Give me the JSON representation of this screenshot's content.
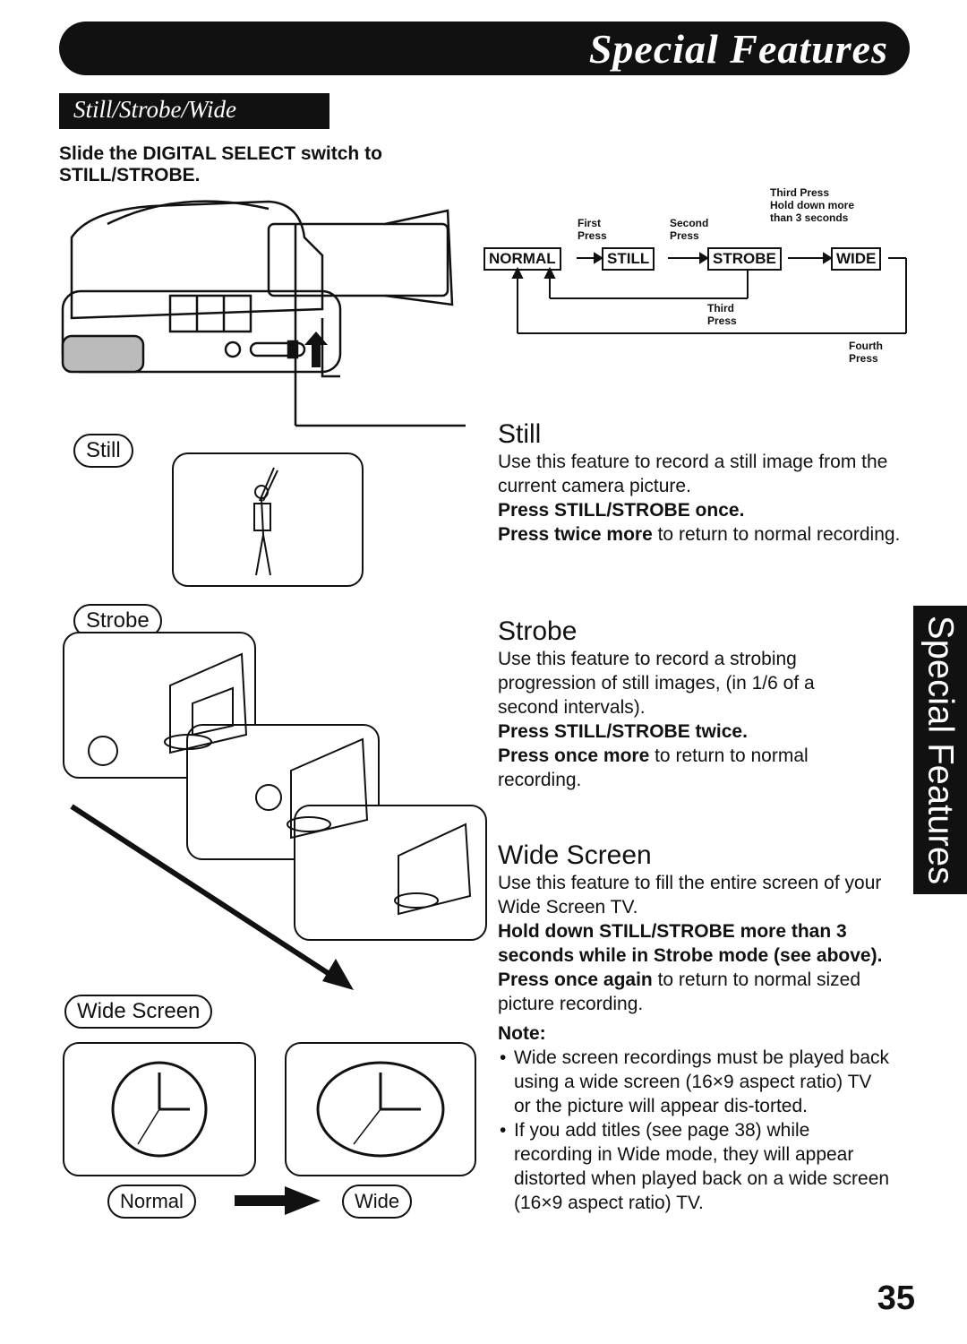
{
  "header": {
    "title": "Special Features"
  },
  "subheader": {
    "title": "Still/Strobe/Wide"
  },
  "intro": {
    "text": "Slide the DIGITAL SELECT switch to STILL/STROBE."
  },
  "side_tab": {
    "label": "Special Features"
  },
  "mode_diagram": {
    "third_press_hold": [
      "Third Press",
      "Hold down more",
      "than 3 seconds"
    ],
    "first_press": [
      "First",
      "Press"
    ],
    "second_press": [
      "Second",
      "Press"
    ],
    "third_press": [
      "Third",
      "Press"
    ],
    "fourth_press": [
      "Fourth",
      "Press"
    ],
    "modes": [
      "NORMAL",
      "STILL",
      "STROBE",
      "WIDE"
    ]
  },
  "labels": {
    "still": "Still",
    "strobe": "Strobe",
    "wide_screen": "Wide Screen",
    "normal": "Normal",
    "wide": "Wide"
  },
  "still": {
    "title": "Still",
    "body": "Use this feature to record a still image from the current camera picture.",
    "instruction": "Press STILL/STROBE once.",
    "return_bold": "Press twice more",
    "return_rest": " to return to normal recording."
  },
  "strobe": {
    "title": "Strobe",
    "body": "Use this feature to record a strobing progression of still images, (in 1/6 of a second intervals).",
    "instruction": "Press STILL/STROBE twice.",
    "return_bold": "Press once more",
    "return_rest": " to return to normal recording."
  },
  "wide": {
    "title": "Wide Screen",
    "body": "Use this feature to fill the entire screen of your Wide Screen TV.",
    "instruction": "Hold down STILL/STROBE more than 3 seconds while in Strobe mode (see above).",
    "return_bold": "Press once again",
    "return_rest": " to return to normal sized picture recording.",
    "note_title": "Note:",
    "notes": [
      "Wide screen recordings must be played back using a wide screen (16×9 aspect ratio) TV or the picture will appear dis-torted.",
      "If you add titles (see page 38) while recording in Wide mode, they will appear distorted when played back on a wide screen (16×9 aspect ratio) TV."
    ]
  },
  "page_number": "35"
}
